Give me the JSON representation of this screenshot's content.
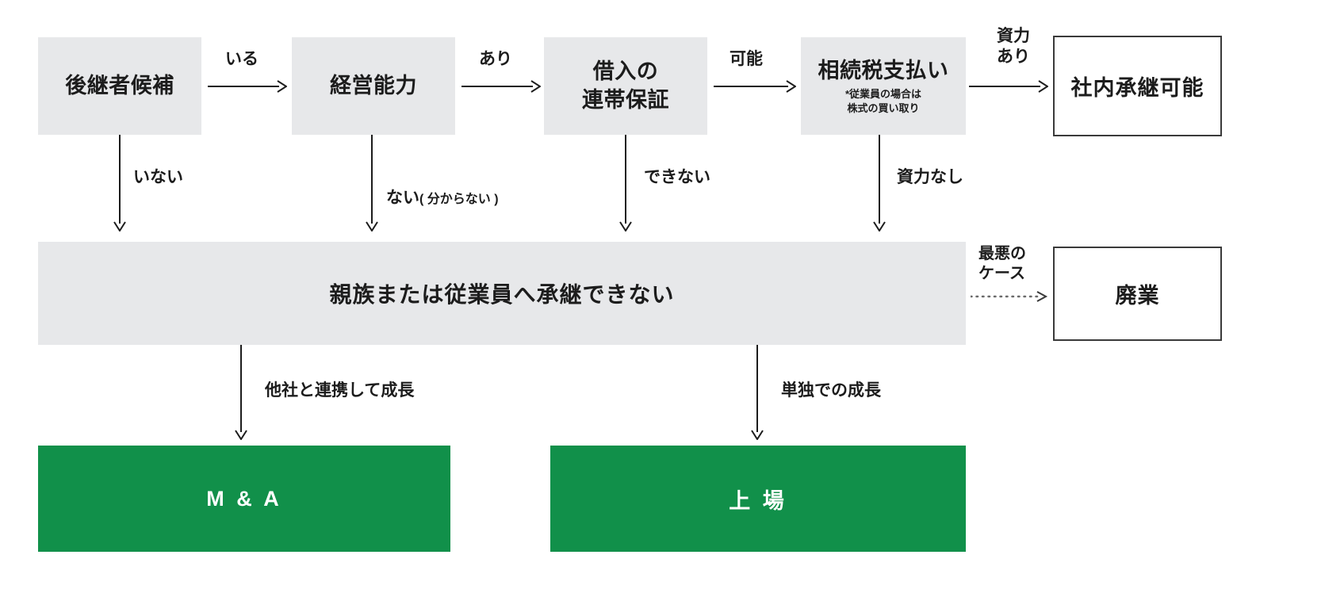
{
  "diagram": {
    "title_hidden": "",
    "colors": {
      "gray_fill": "#e7e8ea",
      "green_fill": "#11904a",
      "border_dark": "#3a3a3a",
      "text_dark": "#1c1c1c"
    },
    "top_row": [
      {
        "id": "successor-candidate",
        "label": "後継者候補",
        "note": ""
      },
      {
        "id": "management-ability",
        "label": "経営能力",
        "note": ""
      },
      {
        "id": "joint-guarantee",
        "label": "借入の\n連帯保証",
        "note": ""
      },
      {
        "id": "inheritance-tax",
        "label": "相続税支払い",
        "note": "*従業員の場合は\n株式の買い取り"
      }
    ],
    "top_row_arrow_labels": [
      "いる",
      "あり",
      "可能",
      "資力\nあり"
    ],
    "down_arrow_labels": [
      "いない",
      "ない",
      "できない",
      "資力なし"
    ],
    "down_arrow_label_2_paren": "( 分からない )",
    "internal_succession": {
      "id": "internal-succession-possible",
      "label": "社内承継可能"
    },
    "middle_bar": {
      "id": "cannot-succeed",
      "label": "親族または従業員へ承継できない"
    },
    "worst_case": {
      "label": "最悪の\nケース"
    },
    "closure": {
      "id": "business-closure",
      "label": "廃業"
    },
    "bottom_arrow_labels": [
      "他社と連携して成長",
      "単独での成長"
    ],
    "bottom_row": [
      {
        "id": "m-and-a",
        "label": "M & A"
      },
      {
        "id": "ipo-listing",
        "label": "上 場"
      }
    ]
  }
}
